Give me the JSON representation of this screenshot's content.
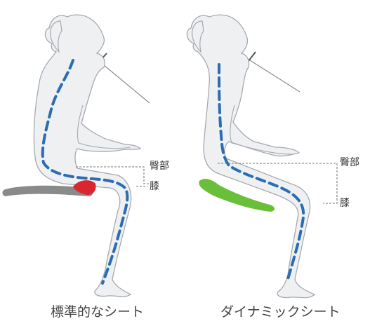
{
  "panels": [
    {
      "id": "standard",
      "caption": "標準的なシート",
      "labels": {
        "buttocks": "臀部",
        "knee": "膝"
      },
      "seat_color": "#8a8a8a",
      "pressure_color": "#d9262f"
    },
    {
      "id": "dynamic",
      "caption": "ダイナミックシート",
      "labels": {
        "buttocks": "臀部",
        "knee": "膝"
      },
      "seat_color": "#6abf3a"
    }
  ],
  "colors": {
    "body_fill": "#eef0f2",
    "body_outline": "#a6aab0",
    "spine_line": "#2a6db5",
    "guide_line": "#777777"
  }
}
